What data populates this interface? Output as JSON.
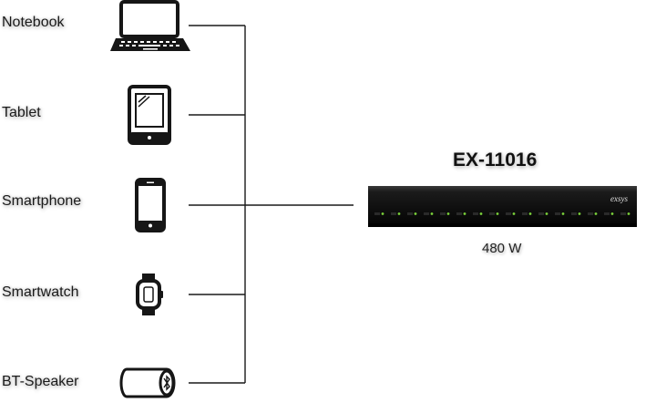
{
  "devices": [
    {
      "label": "Notebook",
      "icon": "laptop-icon"
    },
    {
      "label": "Tablet",
      "icon": "tablet-icon"
    },
    {
      "label": "Smartphone",
      "icon": "smartphone-icon"
    },
    {
      "label": "Smartwatch",
      "icon": "smartwatch-icon"
    },
    {
      "label": "BT-Speaker",
      "icon": "bluetooth-speaker-icon"
    }
  ],
  "hub": {
    "model": "EX-11016",
    "power": "480 W",
    "brand_logo": "exsys",
    "port_count": 16,
    "led_color": "#7bd23a"
  },
  "colors": {
    "wire": "#1a1a1a",
    "device_body": "#161616"
  }
}
